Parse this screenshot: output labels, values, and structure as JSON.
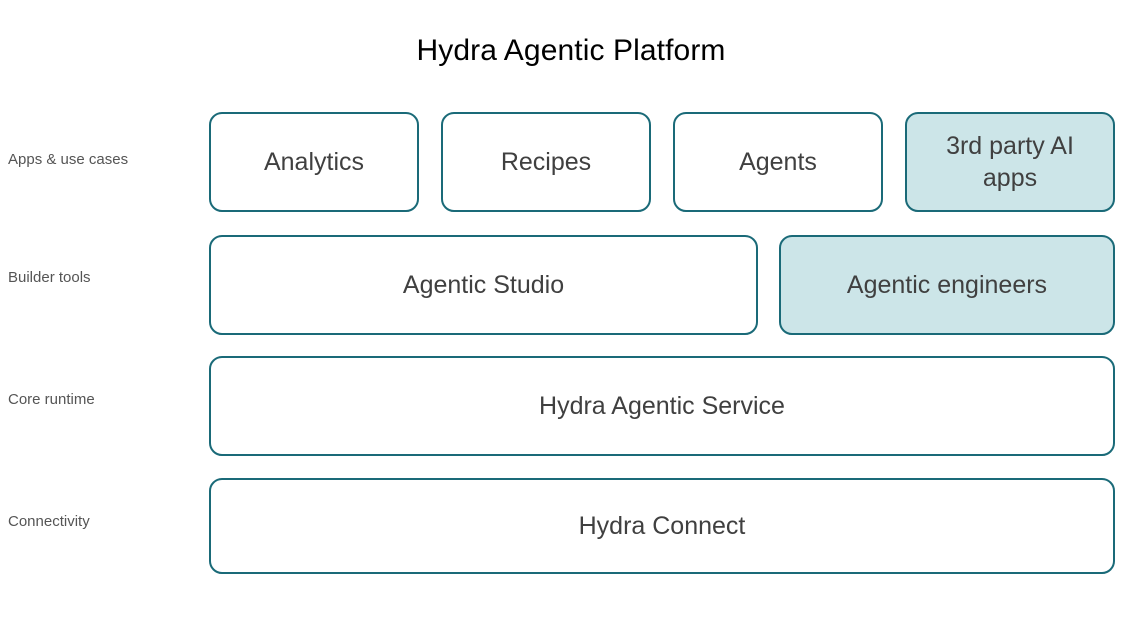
{
  "title": "Hydra Agentic Platform",
  "colors": {
    "box_border": "#1a6a78",
    "box_fill_default": "#ffffff",
    "box_fill_highlight": "#cce5e8",
    "box_text": "#404040",
    "row_label_text": "#555555",
    "title_text": "#000000",
    "background": "#ffffff"
  },
  "rows": [
    {
      "label": "Apps & use cases",
      "boxes": [
        {
          "label": "Analytics",
          "highlight": false
        },
        {
          "label": "Recipes",
          "highlight": false
        },
        {
          "label": "Agents",
          "highlight": false
        },
        {
          "label": "3rd party AI apps",
          "highlight": true
        }
      ]
    },
    {
      "label": "Builder tools",
      "boxes": [
        {
          "label": "Agentic Studio",
          "highlight": false
        },
        {
          "label": "Agentic engineers",
          "highlight": true
        }
      ]
    },
    {
      "label": "Core runtime",
      "boxes": [
        {
          "label": "Hydra Agentic Service",
          "highlight": false
        }
      ]
    },
    {
      "label": "Connectivity",
      "boxes": [
        {
          "label": "Hydra Connect",
          "highlight": false
        }
      ]
    }
  ]
}
